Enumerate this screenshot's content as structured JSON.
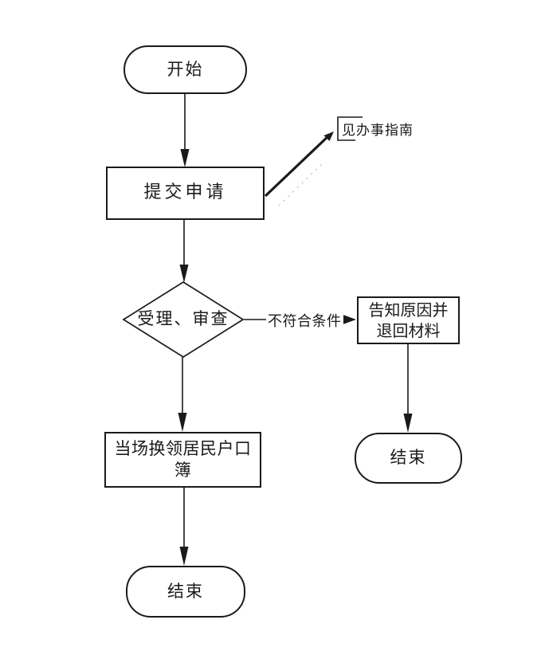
{
  "diagram": {
    "type": "flowchart",
    "background_color": "#ffffff",
    "line_color": "#1a1a1a",
    "nodes": {
      "start": {
        "shape": "terminator",
        "label": "开始"
      },
      "submit": {
        "shape": "process",
        "label": "提交申请"
      },
      "review": {
        "shape": "decision",
        "label": "受理、审查"
      },
      "reject": {
        "shape": "process",
        "label": "告知原因并退回材料"
      },
      "issue": {
        "shape": "process",
        "label": "当场换领居民户口簿"
      },
      "end_left": {
        "shape": "terminator",
        "label": "结束"
      },
      "end_right": {
        "shape": "terminator",
        "label": "结束"
      }
    },
    "edge_labels": {
      "review_to_reject": "不符合条件"
    },
    "annotation": {
      "label": "见办事指南"
    }
  }
}
